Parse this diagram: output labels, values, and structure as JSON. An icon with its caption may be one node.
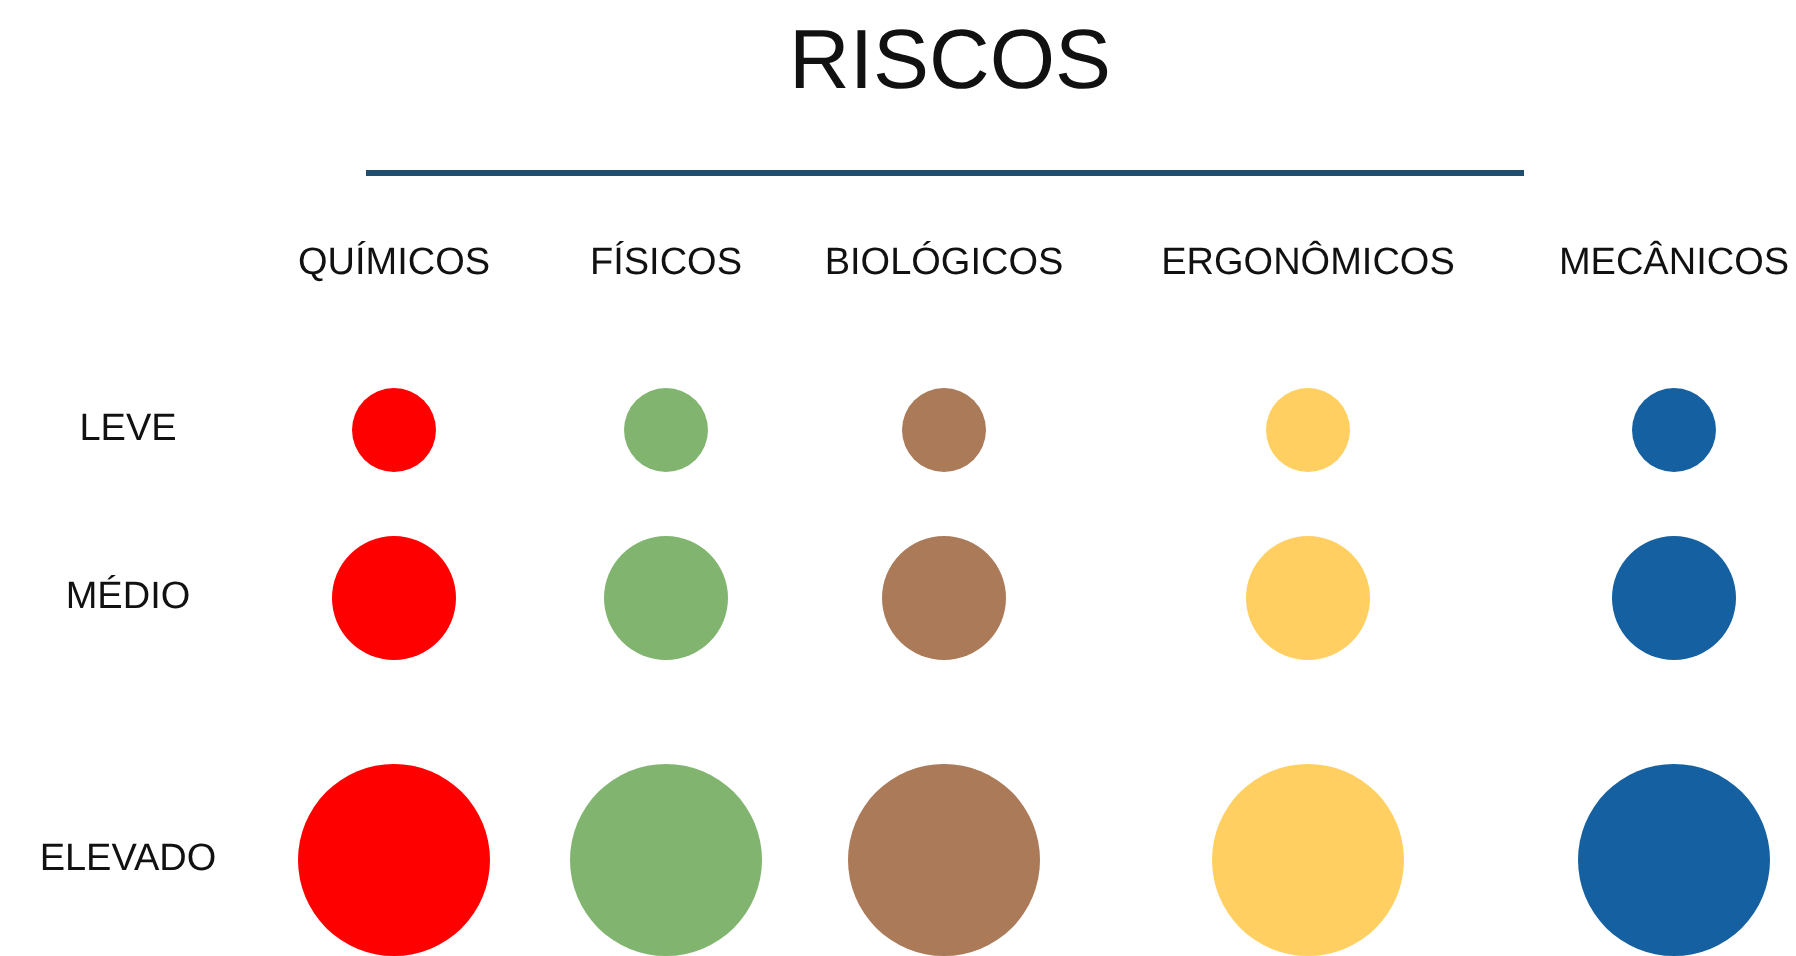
{
  "diagram": {
    "title": "RISCOS",
    "nodes": [
      {
        "text": [],
        "shape": "circle"
      },
      {
        "text": [],
        "shape": "circle"
      },
      {
        "text": [],
        "shape": "circle"
      },
      {
        "text": [],
        "shape": "circle"
      },
      {
        "text": [],
        "shape": "circle"
      },
      {
        "text": [],
        "shape": "circle"
      },
      {
        "text": [],
        "shape": "circle"
      },
      {
        "text": [],
        "shape": "circle"
      },
      {
        "text": [],
        "shape": "circle"
      },
      {
        "text": [],
        "shape": "circle"
      },
      {
        "text": [],
        "shape": "circle"
      },
      {
        "text": [],
        "shape": "circle"
      },
      {
        "text": [],
        "shape": "circle"
      },
      {
        "text": [],
        "shape": "circle"
      },
      {
        "text": [],
        "shape": "circle"
      }
    ],
    "labels": [
      "QUÍMICOS",
      "FÍSICOS",
      "BIOLÓGICOS",
      "ERGONÔMICOS",
      "MECÂNICOS",
      "LEVE",
      "MÉDIO",
      "ELEVADO"
    ]
  }
}
